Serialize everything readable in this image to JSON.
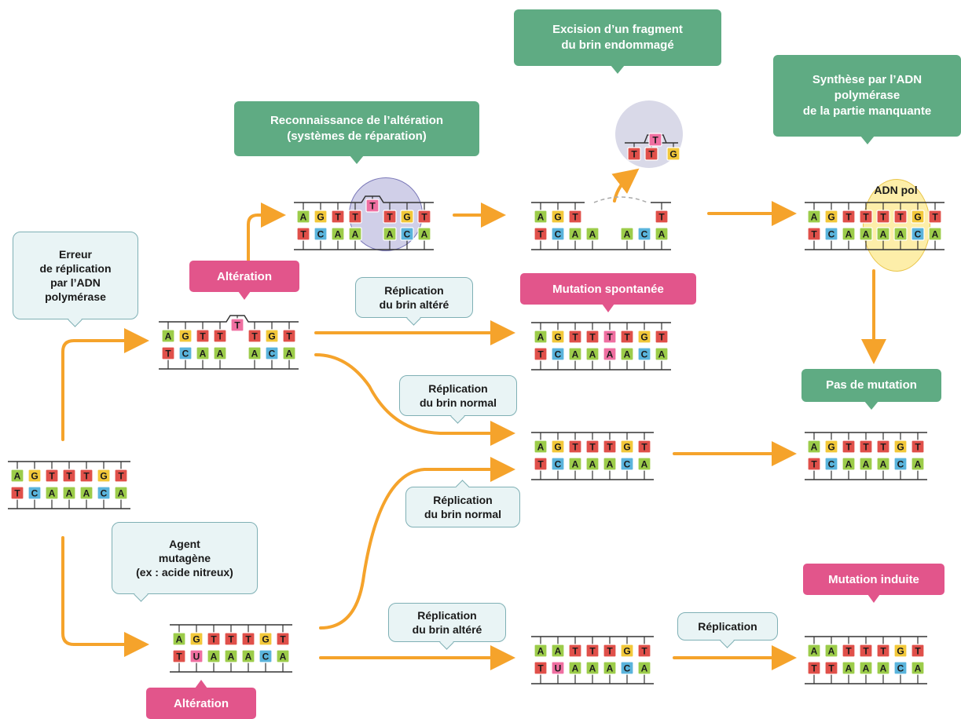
{
  "colors": {
    "A": "#9ccc4a",
    "T": "#e0504a",
    "G": "#f2c83a",
    "C": "#5ab4dc",
    "U": "#f3a7c8",
    "alt": "#ef6fa1"
  },
  "labels": {
    "erreur": "Erreur\nde réplication\npar l’ADN\npolymérase",
    "agent": "Agent\nmutagène\n(ex : acide nitreux)",
    "alteration_top": "Altération",
    "alteration_bottom": "Altération",
    "reconnaissance": "Reconnaissance de l’altération\n(systèmes de réparation)",
    "excision": "Excision d’un fragment\ndu brin endommagé",
    "synthese": "Synthèse par l’ADN\npolymérase\nde la partie manquante",
    "adn_pol": "ADN pol",
    "rep_altere_1": "Réplication\ndu brin altéré",
    "rep_normal_1": "Réplication\ndu brin normal",
    "rep_normal_2": "Réplication\ndu brin normal",
    "rep_altere_2": "Réplication\ndu brin altéré",
    "replication": "Réplication",
    "mutation_spontanee": "Mutation spontanée",
    "pas_de_mutation": "Pas de mutation",
    "mutation_induite": "Mutation induite"
  },
  "strands": [
    {
      "id": "origin",
      "top": [
        "A",
        "G",
        "T",
        "T",
        "T",
        "G",
        "T"
      ],
      "bottom": [
        "T",
        "C",
        "A",
        "A",
        "A",
        "C",
        "A"
      ]
    },
    {
      "id": "alt-top",
      "top": [
        "A",
        "G",
        "T",
        "T",
        "",
        "T",
        "G",
        "T"
      ],
      "bottom": [
        "T",
        "C",
        "A",
        "A",
        "",
        "A",
        "C",
        "A"
      ],
      "loop": "T"
    },
    {
      "id": "recognition",
      "top": [
        "A",
        "G",
        "T",
        "T",
        "",
        "T",
        "G",
        "T"
      ],
      "bottom": [
        "T",
        "C",
        "A",
        "A",
        "",
        "A",
        "C",
        "A"
      ],
      "loop": "T"
    },
    {
      "id": "excised-fragment",
      "top": [
        "T",
        "T",
        "G"
      ],
      "loop": "T"
    },
    {
      "id": "excision",
      "top": [
        "A",
        "G",
        "T",
        "",
        "",
        "",
        "",
        "T"
      ],
      "bottom": [
        "T",
        "C",
        "A",
        "A",
        "",
        "A",
        "C",
        "A"
      ]
    },
    {
      "id": "synthesis",
      "top": [
        "A",
        "G",
        "T",
        "T",
        "T",
        "T",
        "G",
        "T"
      ],
      "bottom": [
        "T",
        "C",
        "A",
        "A",
        "A",
        "A",
        "C",
        "A"
      ]
    },
    {
      "id": "mutation-spontanee",
      "top": [
        "A",
        "G",
        "T",
        "T",
        "T",
        "T",
        "G",
        "T"
      ],
      "bottom": [
        "T",
        "C",
        "A",
        "A",
        "A",
        "A",
        "C",
        "A"
      ]
    },
    {
      "id": "normal-mid",
      "top": [
        "A",
        "G",
        "T",
        "T",
        "T",
        "G",
        "T"
      ],
      "bottom": [
        "T",
        "C",
        "A",
        "A",
        "A",
        "C",
        "A"
      ]
    },
    {
      "id": "pas-de-mutation",
      "top": [
        "A",
        "G",
        "T",
        "T",
        "T",
        "G",
        "T"
      ],
      "bottom": [
        "T",
        "C",
        "A",
        "A",
        "A",
        "C",
        "A"
      ]
    },
    {
      "id": "alt-bottom",
      "top": [
        "A",
        "G",
        "T",
        "T",
        "T",
        "G",
        "T"
      ],
      "bottom": [
        "T",
        "U",
        "A",
        "A",
        "A",
        "C",
        "A"
      ]
    },
    {
      "id": "after-rep",
      "top": [
        "A",
        "A",
        "T",
        "T",
        "T",
        "G",
        "T"
      ],
      "bottom": [
        "T",
        "U",
        "A",
        "A",
        "A",
        "C",
        "A"
      ]
    },
    {
      "id": "mutation-induite",
      "top": [
        "A",
        "A",
        "T",
        "T",
        "T",
        "G",
        "T"
      ],
      "bottom": [
        "T",
        "T",
        "A",
        "A",
        "A",
        "C",
        "A"
      ]
    }
  ]
}
